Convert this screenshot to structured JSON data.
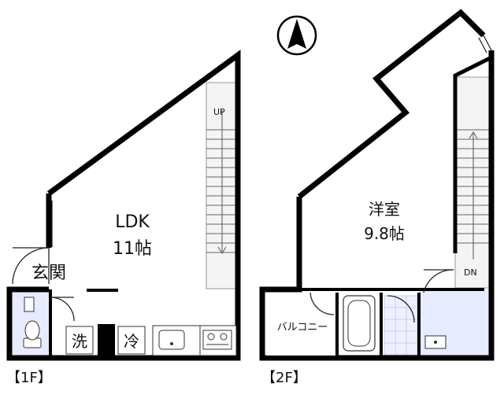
{
  "floor1": {
    "label": "【1F】",
    "room_name": "LDK",
    "room_size": "11帖",
    "entrance": "玄関",
    "washer": "洗",
    "fridge": "冷",
    "stairs_label": "UP"
  },
  "floor2": {
    "label": "【2F】",
    "room_name": "洋室",
    "room_size": "9.8帖",
    "balcony": "バルコニー",
    "stairs_label": "DN"
  },
  "compass": {
    "icon": "north-arrow-icon"
  },
  "colors": {
    "wet_area": "#e7ebff",
    "wall": "#000000",
    "stairs": "#f4f4f4"
  }
}
